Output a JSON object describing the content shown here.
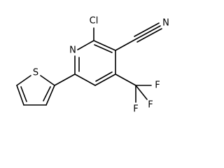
{
  "molecule": {
    "atoms": {
      "cl": "Cl",
      "n_ring": "N",
      "n_nitrile": "N",
      "s": "S",
      "f1": "F",
      "f2": "F",
      "f3": "F"
    }
  }
}
